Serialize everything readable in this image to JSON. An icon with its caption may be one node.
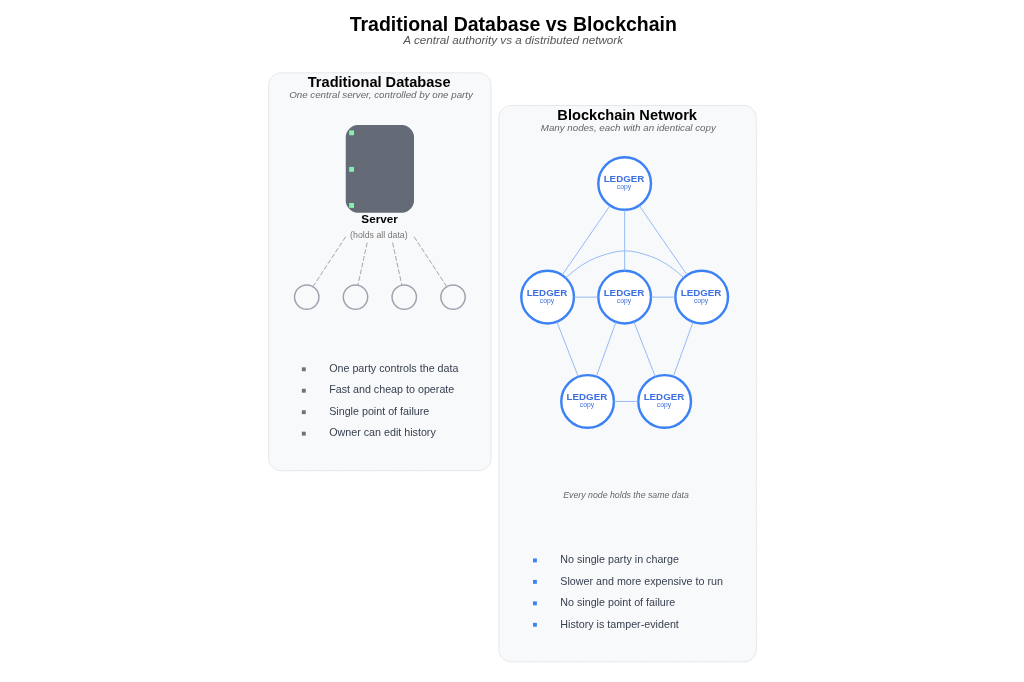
{
  "diagram": {
    "title": "Traditional Database vs Blockchain",
    "caption": "A central authority vs a distributed network",
    "nodes": [
      {
        "text": [
          "Traditional Database",
          "One central server, controlled by one party"
        ]
      },
      {
        "text": [],
        "shape": "box",
        "beside": [
          "Server",
          "(holds all data)"
        ],
        "in": 0
      },
      {
        "text": [],
        "shape": "person",
        "in": 0
      },
      {
        "text": [],
        "shape": "person",
        "in": 0
      },
      {
        "text": [],
        "shape": "person",
        "in": 0
      },
      {
        "text": [],
        "shape": "person",
        "in": 0
      },
      {
        "text": [
          "Blockchain Network",
          "Many nodes, each with an identical copy"
        ]
      },
      {
        "text": [
          "LEDGER",
          "copy"
        ],
        "in": 6
      },
      {
        "text": [
          "LEDGER",
          "copy"
        ],
        "in": 6
      },
      {
        "text": [
          "LEDGER",
          "copy"
        ],
        "in": 6
      },
      {
        "text": [
          "LEDGER",
          "copy"
        ],
        "in": 6
      },
      {
        "text": [
          "LEDGER",
          "copy"
        ],
        "in": 6
      },
      {
        "text": [
          "LEDGER",
          "copy"
        ],
        "in": 6
      }
    ],
    "edges": [
      {
        "from": 1,
        "to": 2,
        "arrow": "none",
        "style": "dashed",
        "color": "#9ca3af"
      },
      {
        "from": 1,
        "to": 3,
        "arrow": "none",
        "style": "dashed",
        "color": "#9ca3af"
      },
      {
        "from": 1,
        "to": 4,
        "arrow": "none",
        "style": "dashed",
        "color": "#9ca3af"
      },
      {
        "from": 1,
        "to": 5,
        "arrow": "none",
        "style": "dashed",
        "color": "#9ca3af"
      },
      {
        "from": 7,
        "to": 8,
        "arrow": "none"
      },
      {
        "from": 7,
        "to": 10,
        "arrow": "none"
      },
      {
        "from": 7,
        "to": 9,
        "arrow": "none"
      },
      {
        "from": 8,
        "to": 10,
        "arrow": "none"
      },
      {
        "from": 8,
        "to": 9,
        "arrow": "none"
      },
      {
        "from": 9,
        "to": 10,
        "arrow": "none"
      },
      {
        "from": 8,
        "to": 11,
        "arrow": "none"
      },
      {
        "from": 9,
        "to": 11,
        "arrow": "none"
      },
      {
        "from": 9,
        "to": 12,
        "arrow": "none"
      },
      {
        "from": 10,
        "to": 12,
        "arrow": "none"
      },
      {
        "from": 11,
        "to": 12,
        "arrow": "none"
      }
    ],
    "labels": [
      "One party controls the data",
      "Fast and cheap to operate",
      "Single point of failure",
      "Owner can edit history",
      "Every node holds the same data",
      "No single party in charge",
      "Slower and more expensive to run",
      "No single point of failure",
      "History is tamper-evident"
    ]
  }
}
